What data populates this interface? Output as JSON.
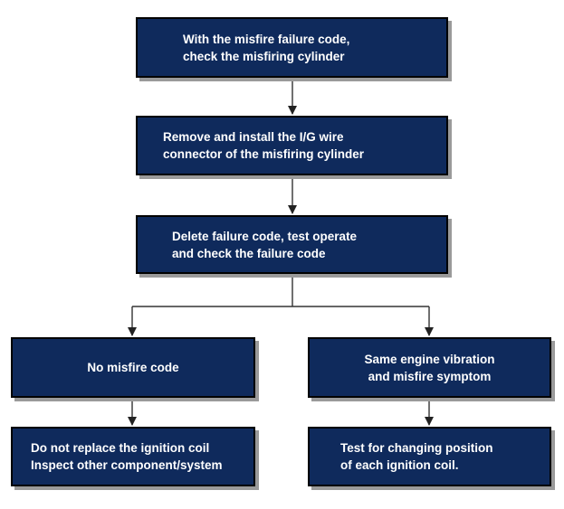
{
  "flowchart": {
    "step_1": "With the misfire failure code,\ncheck the misfiring cylinder",
    "step_2": "Remove and install the I/G wire\nconnector of the misfiring cylinder",
    "step_3": "Delete failure code, test operate\nand check the  failure code",
    "branch_left": "No misfire code",
    "branch_right": "Same engine vibration\nand misfire symptom",
    "result_left": "Do not replace the ignition coil\nInspect other component/system",
    "result_right": "Test for changing position\nof each ignition coil."
  },
  "colors": {
    "box_fill": "#0f2a5c",
    "box_text": "#ffffff",
    "connector": "#333333",
    "shadow": "#9a9a9a"
  }
}
